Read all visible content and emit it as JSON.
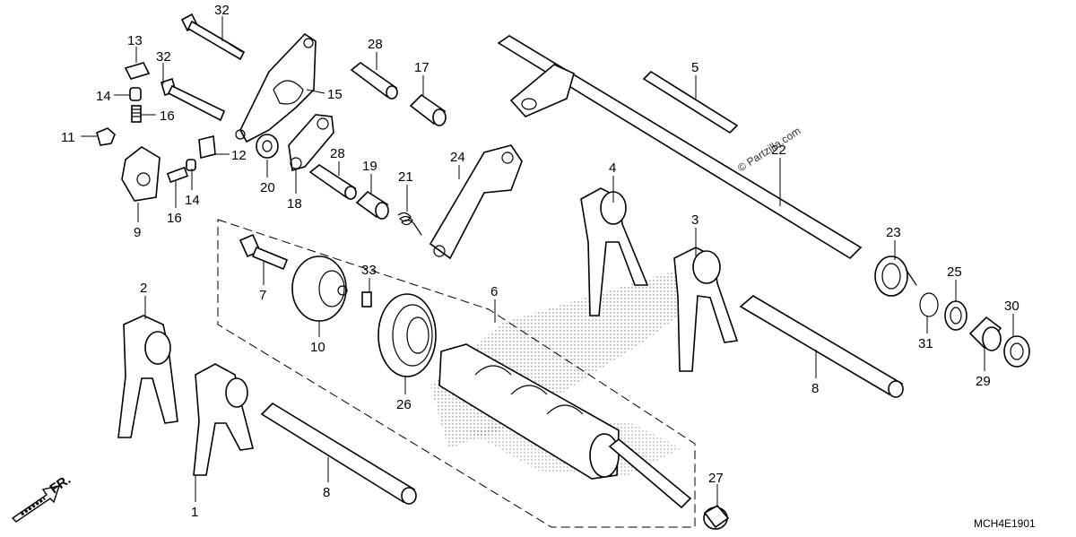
{
  "diagram_code": "MCH4E1901",
  "watermark": "© Partzilla.com",
  "front_arrow_label": "FR.",
  "callouts": {
    "c1": "1",
    "c2": "2",
    "c3": "3",
    "c4": "4",
    "c5": "5",
    "c6": "6",
    "c7": "7",
    "c8a": "8",
    "c8b": "8",
    "c9": "9",
    "c10": "10",
    "c11": "11",
    "c12": "12",
    "c13": "13",
    "c14a": "14",
    "c14b": "14",
    "c15": "15",
    "c16a": "16",
    "c16b": "16",
    "c17": "17",
    "c18": "18",
    "c19": "19",
    "c20": "20",
    "c21": "21",
    "c22": "22",
    "c23": "23",
    "c24": "24",
    "c25": "25",
    "c26": "26",
    "c27": "27",
    "c28a": "28",
    "c28b": "28",
    "c29": "29",
    "c30": "30",
    "c31": "31",
    "c32a": "32",
    "c32b": "32",
    "c33": "33"
  }
}
